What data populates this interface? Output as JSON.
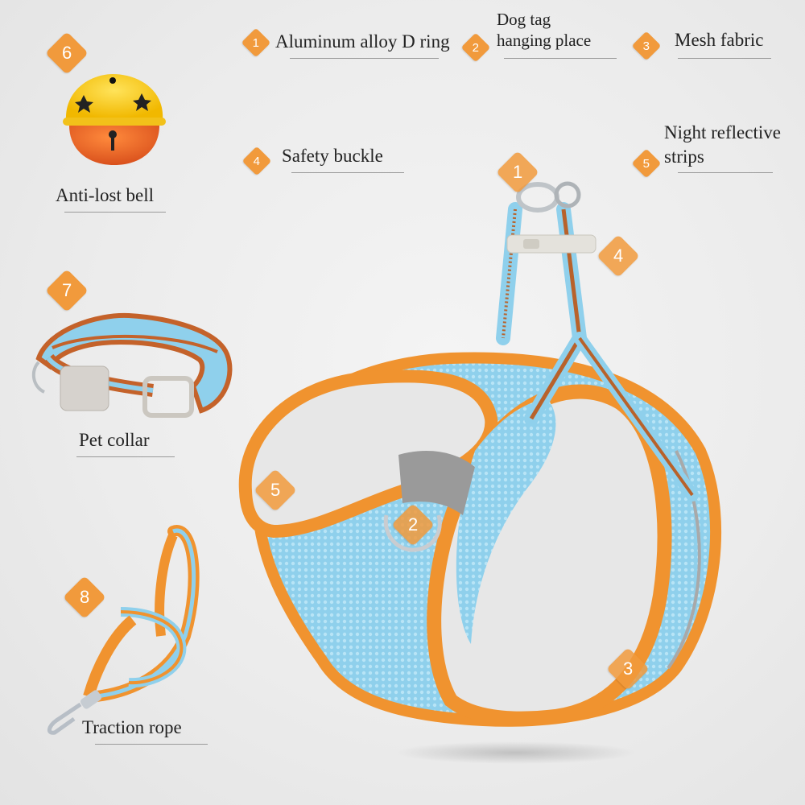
{
  "features": [
    {
      "number": "1",
      "label": "Aluminum alloy D ring"
    },
    {
      "number": "2",
      "label_line1": "Dog tag",
      "label_line2": "hanging place"
    },
    {
      "number": "3",
      "label": "Mesh fabric"
    },
    {
      "number": "4",
      "label": "Safety buckle"
    },
    {
      "number": "5",
      "label_line1": "Night reflective",
      "label_line2": "strips"
    }
  ],
  "accessories": [
    {
      "number": "6",
      "label": "Anti-lost bell"
    },
    {
      "number": "7",
      "label": "Pet collar"
    },
    {
      "number": "8",
      "label": "Traction rope"
    }
  ],
  "harness_callouts": [
    "1",
    "4",
    "5",
    "2",
    "3"
  ],
  "colors": {
    "marker": "#f19a3c",
    "harness_blue": "#8fd0ec",
    "harness_orange": "#f0932f",
    "strap_brown": "#b8622b"
  }
}
